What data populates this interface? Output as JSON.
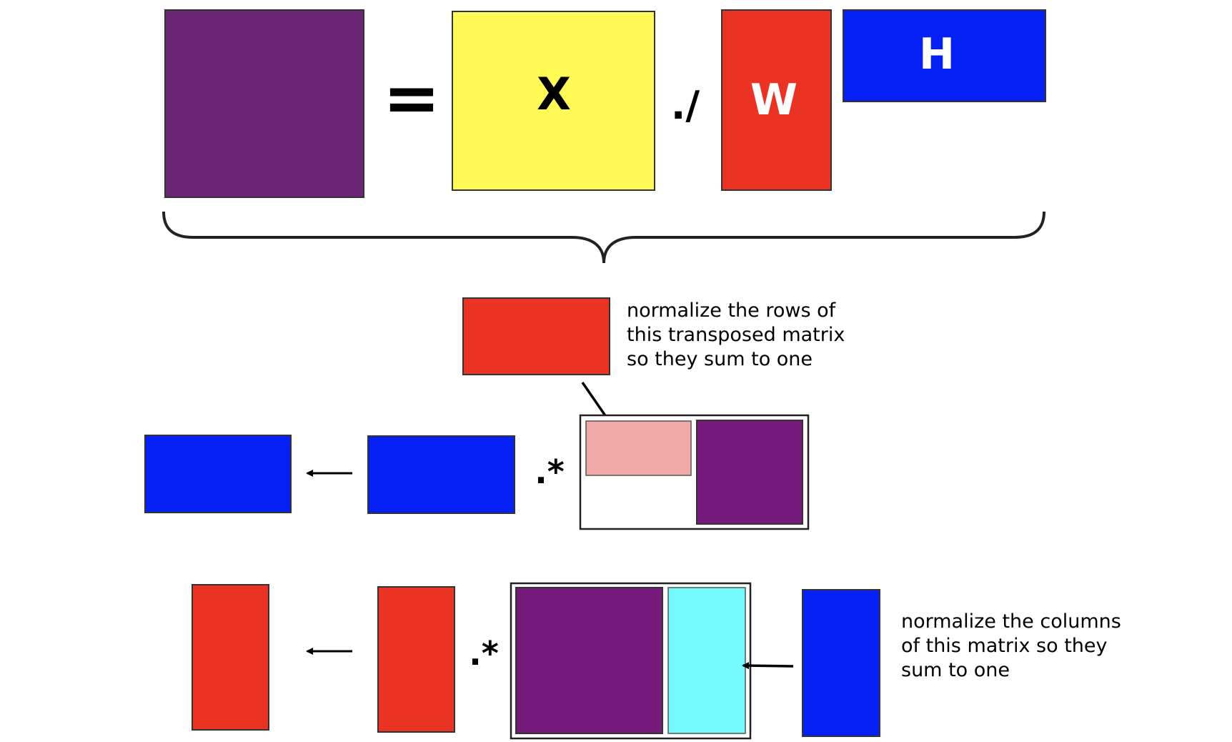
{
  "equation": {
    "equals": "=",
    "divide_op": "./",
    "x_label": "X",
    "w_label": "W",
    "h_label": "H"
  },
  "row_h_update": {
    "multiply_op": ".*",
    "note_lines": [
      "normalize the rows of",
      "this transposed matrix",
      "so they sum to one"
    ]
  },
  "row_w_update": {
    "multiply_op": ".*",
    "note_lines": [
      "normalize the columns",
      "of this matrix so they",
      "sum to one"
    ]
  },
  "colors": {
    "ratio_purple": "#6a2574",
    "ratio_purple_dark": "#751a7a",
    "x_yellow": "#fffa55",
    "w_red": "#ea3323",
    "h_blue": "#0520f5",
    "w_transposed_pink": "#f1aaa8",
    "h_normalized_cyan": "#75fbfd",
    "outline": "#1a1a1a"
  }
}
